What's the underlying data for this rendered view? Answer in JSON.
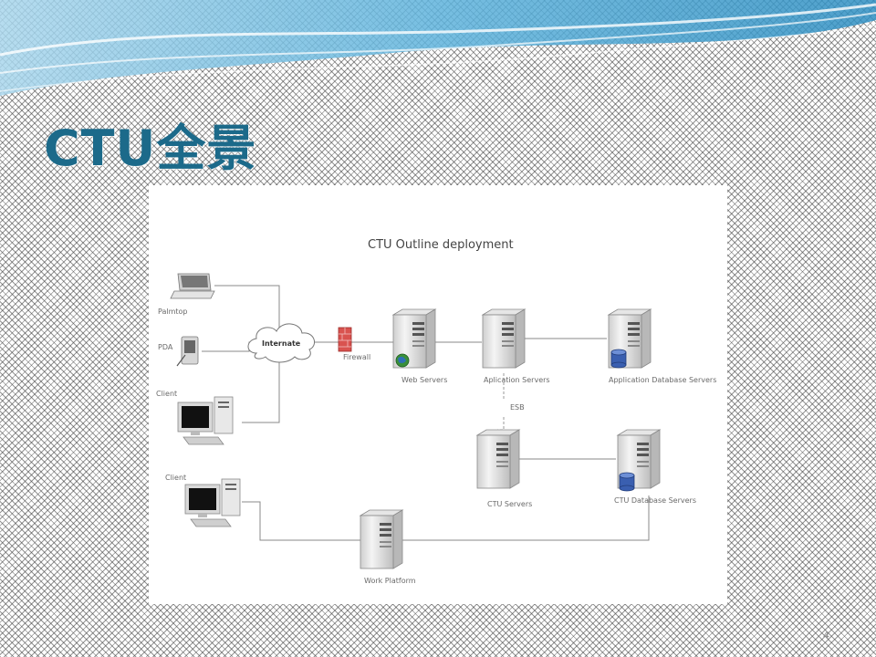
{
  "slide": {
    "title": "CTU全景",
    "page_number": "4"
  },
  "diagram": {
    "title": "CTU Outline deployment",
    "nodes": {
      "palmtop": "Palmtop",
      "pda": "PDA",
      "client_top": "Client",
      "client_bottom": "Client",
      "internet": "Internate",
      "firewall": "Firewall",
      "web_servers": "Web Servers",
      "application_servers": "Aplication Servers",
      "application_db_servers": "Application Database Servers",
      "esb": "ESB",
      "ctu_servers": "CTU Servers",
      "ctu_db_servers": "CTU Database Servers",
      "work_platform": "Work Platform"
    },
    "icons": {
      "laptop": "laptop-icon",
      "pda": "pda-icon",
      "desktop": "desktop-computer-icon",
      "cloud": "cloud-icon",
      "firewall": "firewall-icon",
      "server": "server-tower-icon",
      "database": "database-icon",
      "globe": "globe-icon"
    },
    "colors": {
      "title_text": "#1c6a8a",
      "firewall": "#d9534f",
      "database": "#3a5fb0",
      "globe": "#3a8f3a"
    }
  }
}
